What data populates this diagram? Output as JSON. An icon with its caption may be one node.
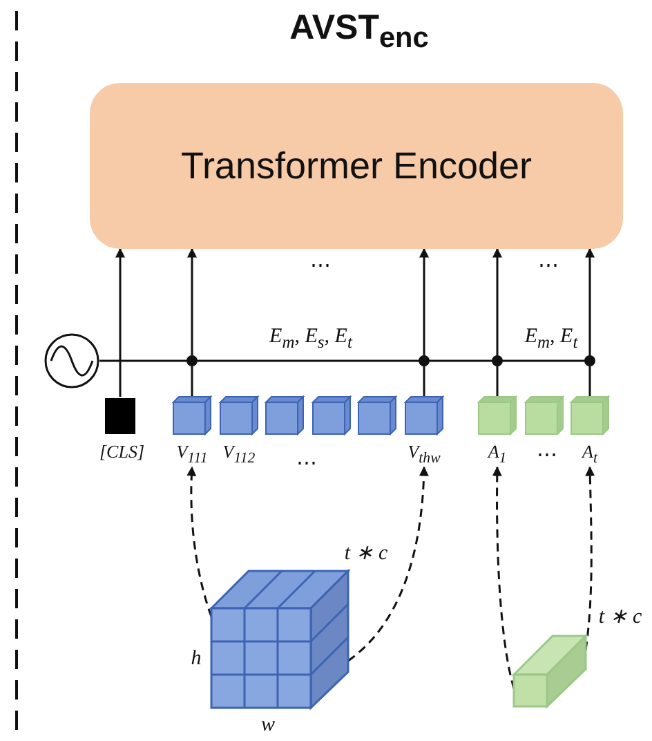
{
  "diagram": {
    "title": "AVST$_{enc}$",
    "nodes": [
      {
        "text": [
          "Transformer Encoder"
        ]
      },
      {
        "text": [],
        "shape": "box",
        "beside": [
          "[CLS]"
        ]
      },
      {
        "text": [],
        "shape": "box",
        "beside": [
          "V$_{111}$"
        ]
      },
      {
        "text": [],
        "shape": "box",
        "beside": [
          "V$_{112}$"
        ]
      },
      {
        "text": [],
        "shape": "box"
      },
      {
        "text": [],
        "shape": "box"
      },
      {
        "text": [],
        "shape": "box"
      },
      {
        "text": [],
        "shape": "box",
        "beside": [
          "V$_{thw}$"
        ]
      },
      {
        "text": [],
        "shape": "box",
        "beside": [
          "A$_{1}$"
        ]
      },
      {
        "text": [],
        "shape": "box"
      },
      {
        "text": [],
        "shape": "box",
        "beside": [
          "A$_{t}$"
        ]
      },
      {
        "text": [],
        "shape": "circle"
      },
      {
        "text": [],
        "shape": "box"
      },
      {
        "text": [],
        "shape": "box"
      }
    ],
    "edges": [
      {
        "from": 1,
        "to": 0,
        "arrow": "to"
      },
      {
        "from": 2,
        "to": 0,
        "arrow": "to"
      },
      {
        "from": 7,
        "to": 0,
        "arrow": "to"
      },
      {
        "from": 8,
        "to": 0,
        "arrow": "to"
      },
      {
        "from": 10,
        "to": 0,
        "arrow": "to"
      },
      {
        "from": 12,
        "to": 2,
        "arrow": "to",
        "style": "dashed"
      },
      {
        "from": 12,
        "to": 7,
        "arrow": "to",
        "style": "dashed"
      },
      {
        "from": 13,
        "to": 8,
        "arrow": "to",
        "style": "dashed"
      },
      {
        "from": 13,
        "to": 10,
        "arrow": "to",
        "style": "dashed"
      },
      {
        "from": 11,
        "to": 10,
        "arrow": "other"
      }
    ],
    "labels": [
      "⋯",
      "⋯",
      "E$_{m}$, E$_{s}$, E$_{t}$",
      "E$_{m}$, E$_{t}$",
      "⋯",
      "⋯",
      "t ∗ c",
      "h",
      "w",
      "t ∗ c"
    ]
  }
}
